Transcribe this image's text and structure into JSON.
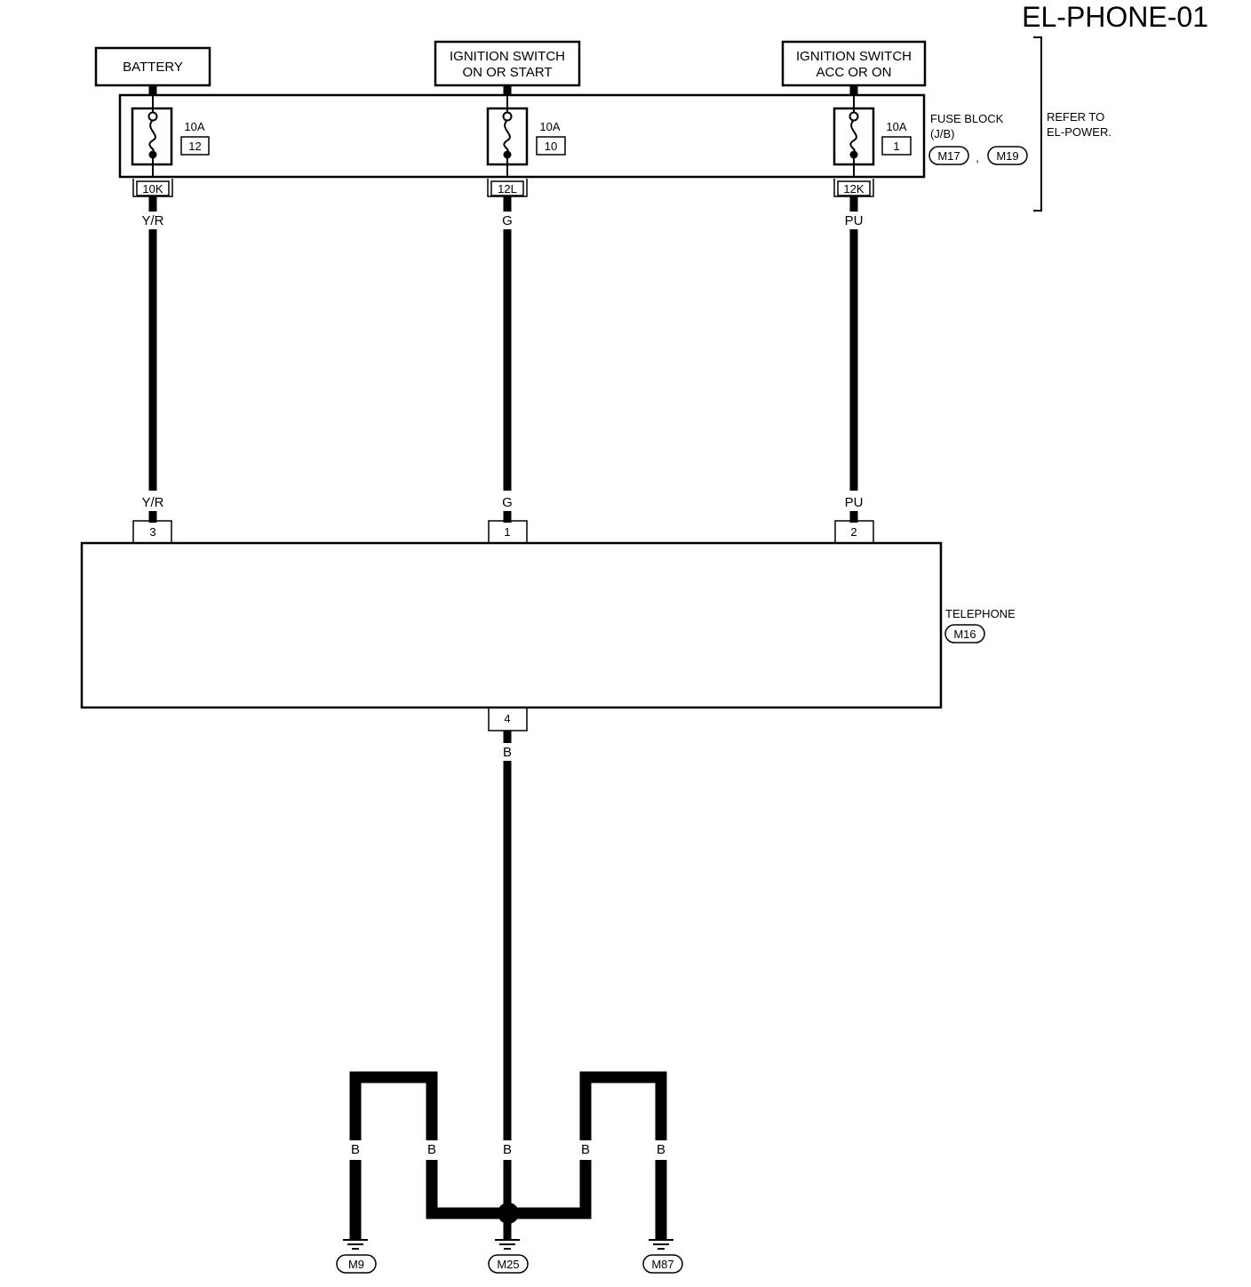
{
  "title": "EL-PHONE-01",
  "sources": {
    "battery": "BATTERY",
    "ign_on_start": [
      "IGNITION SWITCH",
      "ON OR START"
    ],
    "ign_acc_on": [
      "IGNITION SWITCH",
      "ACC OR ON"
    ]
  },
  "fuses": [
    {
      "rating": "10A",
      "number": "12",
      "connector": "10K",
      "wire_top": "Y/R",
      "wire_bottom": "Y/R",
      "pin": "3"
    },
    {
      "rating": "10A",
      "number": "10",
      "connector": "12L",
      "wire_top": "G",
      "wire_bottom": "G",
      "pin": "1"
    },
    {
      "rating": "10A",
      "number": "1",
      "connector": "12K",
      "wire_top": "PU",
      "wire_bottom": "PU",
      "pin": "2"
    }
  ],
  "fuse_block": {
    "label_1": "FUSE BLOCK",
    "label_2": "(J/B)",
    "connector_1": "M17",
    "separator": ",",
    "connector_2": "M19"
  },
  "refer": [
    "REFER TO",
    "EL-POWER."
  ],
  "telephone": {
    "label": "TELEPHONE",
    "connector": "M16",
    "ground_pin": "4",
    "ground_wire": "B"
  },
  "ground_wires": [
    "B",
    "B",
    "B",
    "B",
    "B"
  ],
  "grounds": [
    "M9",
    "M25",
    "M87"
  ]
}
